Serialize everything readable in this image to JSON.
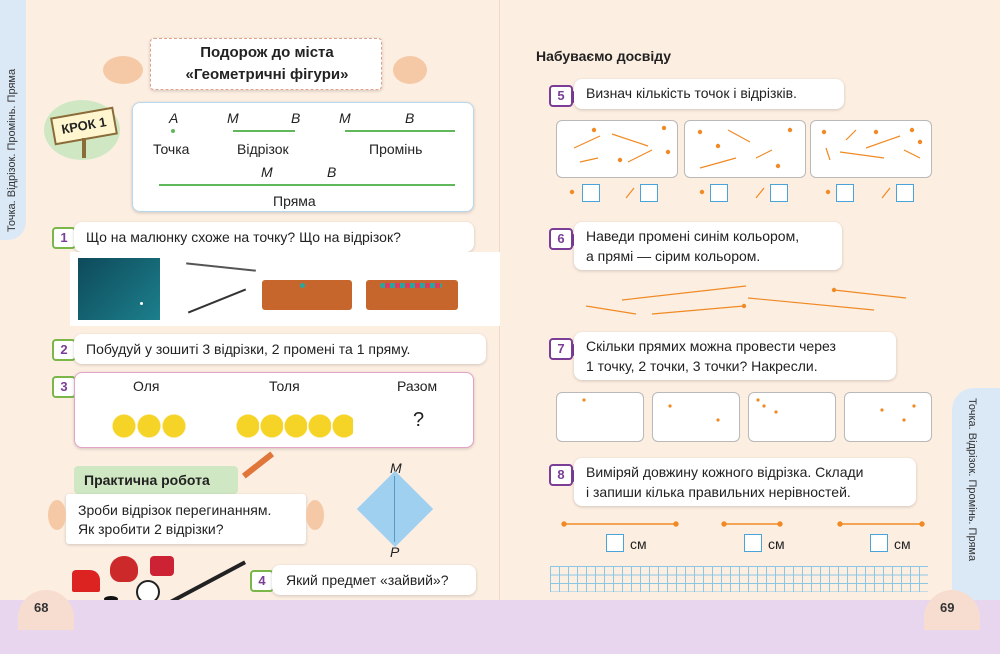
{
  "sidebar": {
    "left_text": "Точка. Відрізок. Промінь. Пряма",
    "right_text": "Точка. Відрізок. Промінь. Пряма"
  },
  "pages": {
    "left_number": "68",
    "right_number": "69"
  },
  "header": {
    "title_line1": "Подорож до міста",
    "title_line2": "«Геометричні фігури»"
  },
  "step": {
    "label": "КРОК 1"
  },
  "figures": {
    "point_letter": "A",
    "point_name": "Точка",
    "segment_letters": [
      "M",
      "B"
    ],
    "segment_name": "Відрізок",
    "ray_letters": [
      "M",
      "B"
    ],
    "ray_name": "Промінь",
    "line_letters": [
      "M",
      "B"
    ],
    "line_name": "Пряма"
  },
  "tasks": {
    "t1": {
      "num": "1",
      "text": "Що на малюнку схоже на точку? Що на відрізок?"
    },
    "t2": {
      "num": "2",
      "text": "Побудуй у зошиті 3 відрізки, 2 промені та 1 пряму."
    },
    "t3": {
      "num": "3",
      "col1": "Оля",
      "col2": "Толя",
      "col3": "Разом",
      "answer": "?"
    },
    "practical": {
      "label": "Практична робота",
      "line1": "Зроби відрізок перегинанням.",
      "line2": "Як зробити 2 відрізки?",
      "top_letter": "M",
      "bottom_letter": "P"
    },
    "t4": {
      "num": "4",
      "text": "Який предмет «зайвий»?"
    }
  },
  "right": {
    "subtitle": "Набуваємо досвіду",
    "t5": {
      "num": "5",
      "text": "Визнач кількість точок і відрізків."
    },
    "t6": {
      "num": "6",
      "line1": "Наведи промені синім кольором,",
      "line2": "а прямі — сірим кольором."
    },
    "t7": {
      "num": "7",
      "line1": "Скільки прямих можна провести через",
      "line2": "1 точку, 2 точки, 3 точки? Накресли."
    },
    "t8": {
      "num": "8",
      "line1": "Виміряй довжину кожного відрізка. Склади",
      "line2": "і запиши кілька правильних нерівностей.",
      "unit": "см"
    }
  },
  "colors": {
    "purple": "#7b3d96",
    "green": "#7ab648",
    "orange": "#f08a24",
    "blue": "#4aa3d9"
  }
}
